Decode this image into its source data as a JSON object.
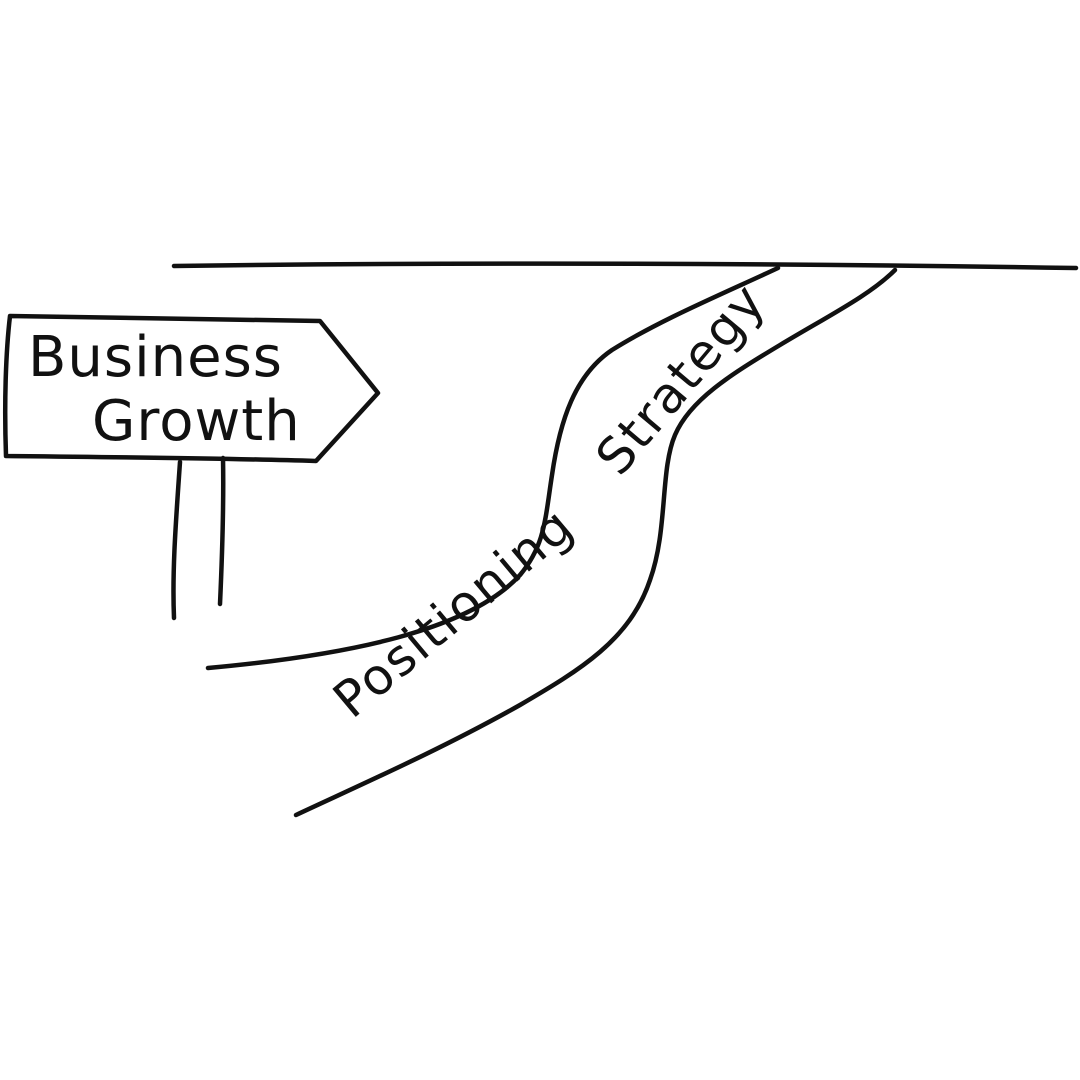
{
  "sign": {
    "line1": "Business",
    "line2": "Growth"
  },
  "road": {
    "label1": "Positioning",
    "label2": "Strategy"
  },
  "colors": {
    "ink": "#111111",
    "background": "#ffffff"
  }
}
